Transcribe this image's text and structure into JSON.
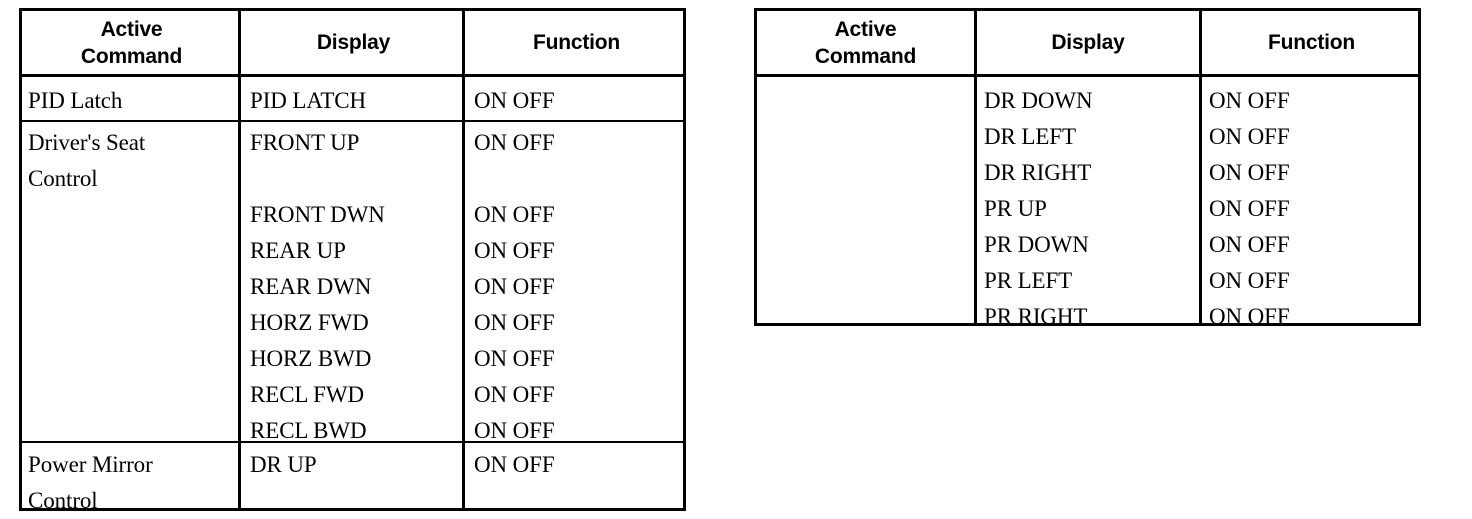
{
  "tables": [
    {
      "id": "left",
      "columns": [
        "Active\nCommand",
        "Display",
        "Function"
      ],
      "rows": [
        {
          "command": "PID Latch",
          "display": "PID LATCH",
          "function": "ON OFF"
        },
        {
          "command": "Driver's Seat\nControl",
          "display": "FRONT UP\n\nFRONT DWN\nREAR UP\nREAR DWN\nHORZ FWD\nHORZ BWD\nRECL FWD\nRECL BWD",
          "function": "ON OFF\n\nON OFF\nON OFF\nON OFF\nON OFF\nON OFF\nON OFF\nON OFF"
        },
        {
          "command": "Power Mirror\nControl",
          "display": "DR UP",
          "function": "ON OFF"
        }
      ]
    },
    {
      "id": "right",
      "columns": [
        "Active\nCommand",
        "Display",
        "Function"
      ],
      "rows": [
        {
          "command": "",
          "display": "DR DOWN\nDR LEFT\nDR RIGHT\nPR UP\nPR DOWN\nPR LEFT\nPR RIGHT",
          "function": "ON OFF\nON OFF\nON OFF\nON OFF\nON OFF\nON OFF\nON OFF"
        }
      ]
    }
  ],
  "colors": {
    "ink": "#000000",
    "paper": "#ffffff"
  }
}
